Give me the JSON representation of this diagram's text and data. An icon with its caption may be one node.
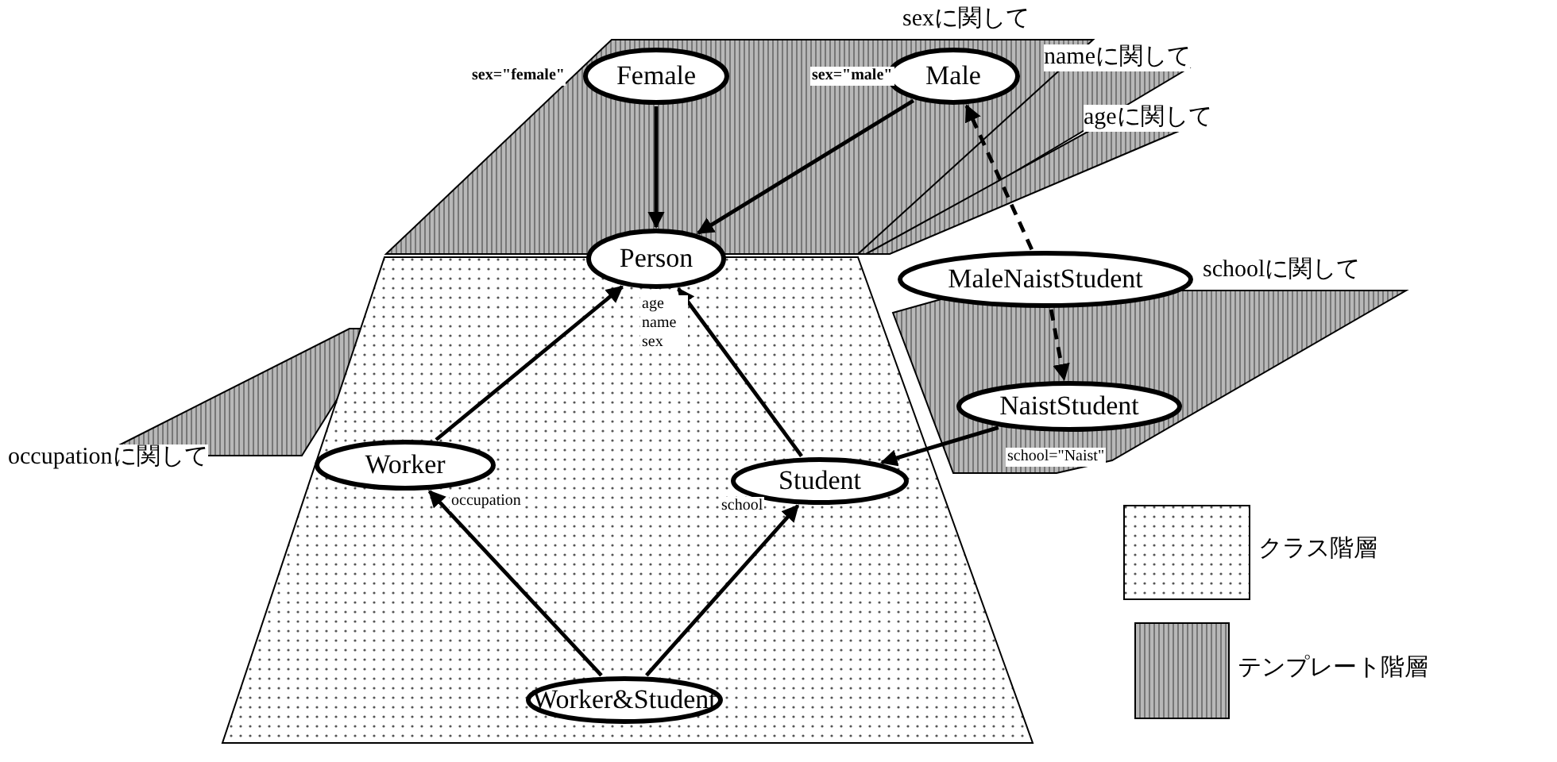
{
  "diagram": {
    "nodes": [
      {
        "text": [
          "Female"
        ],
        "beside": [
          "sex=\"female\""
        ]
      },
      {
        "text": [
          "Male"
        ],
        "beside": [
          "sex=\"male\""
        ]
      },
      {
        "text": [
          "Person"
        ],
        "beside": [
          "age name sex"
        ]
      },
      {
        "text": [
          "MaleNaistStudent"
        ]
      },
      {
        "text": [
          "NaistStudent"
        ],
        "beside": [
          "school=\"Naist\""
        ]
      },
      {
        "text": [
          "Worker"
        ],
        "beside": [
          "occupation"
        ]
      },
      {
        "text": [
          "Student"
        ],
        "beside": [
          "school"
        ]
      },
      {
        "text": [
          "Worker&Student"
        ]
      }
    ],
    "edges": [
      {
        "from": 0,
        "to": 2,
        "arrow": "to"
      },
      {
        "from": 1,
        "to": 2,
        "arrow": "to"
      },
      {
        "from": 3,
        "to": 1,
        "arrow": "to",
        "style": "dashed"
      },
      {
        "from": 3,
        "to": 4,
        "arrow": "to",
        "style": "dashed"
      },
      {
        "from": 4,
        "to": 6,
        "arrow": "to"
      },
      {
        "from": 5,
        "to": 2,
        "arrow": "to"
      },
      {
        "from": 6,
        "to": 2,
        "arrow": "to"
      },
      {
        "from": 7,
        "to": 5,
        "arrow": "to"
      },
      {
        "from": 7,
        "to": 6,
        "arrow": "to"
      }
    ],
    "labels": [
      "sexに関して",
      "nameに関して",
      "ageに関して",
      "schoolに関して",
      "occupationに関して"
    ],
    "legend": [
      {
        "text": "クラス階層"
      },
      {
        "text": "テンプレート階層"
      }
    ]
  }
}
